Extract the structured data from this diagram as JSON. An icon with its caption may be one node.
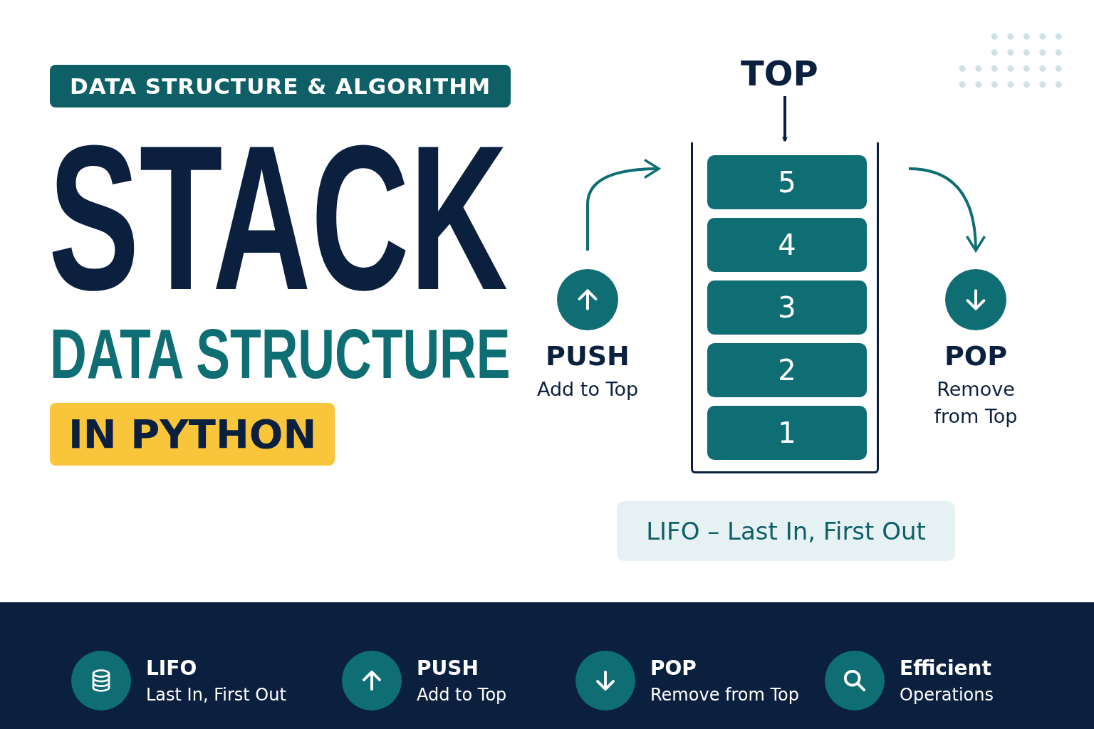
{
  "diagram": {
    "title": "STACK",
    "nodes": [
      {
        "text": [
          "DATA STRUCTURE & ALGORITHM"
        ]
      },
      {
        "text": [
          "IN PYTHON"
        ]
      },
      {
        "text": [
          "TOP"
        ]
      },
      {
        "text": [],
        "shape": "box"
      },
      {
        "text": [
          "5"
        ],
        "in": 3
      },
      {
        "text": [
          "4"
        ],
        "in": 3
      },
      {
        "text": [
          "3"
        ],
        "in": 3
      },
      {
        "text": [
          "2"
        ],
        "in": 3
      },
      {
        "text": [
          "1"
        ],
        "in": 3
      },
      {
        "text": [
          "PUSH",
          "Add to Top"
        ]
      },
      {
        "text": [
          "POP",
          "Remove from Top"
        ]
      },
      {
        "text": [
          "LIFO – Last In, First Out"
        ]
      },
      {
        "text": [],
        "shape": "bar"
      },
      {
        "text": [
          "LIFO",
          "Last In, First Out"
        ],
        "in": 12
      },
      {
        "text": [
          "PUSH",
          "Add to Top"
        ],
        "in": 12
      },
      {
        "text": [
          "POP",
          "Remove from Top"
        ],
        "in": 12
      },
      {
        "text": [
          "Efficient",
          "Operations"
        ],
        "in": 12
      }
    ],
    "edges": [
      {
        "from": 2,
        "to": 3,
        "arrow": "to"
      },
      {
        "from": 9,
        "to": 3,
        "arrow": "to"
      },
      {
        "from": 3,
        "to": 10,
        "arrow": "to"
      }
    ],
    "labels": [
      "DATA STRUCTURE"
    ]
  }
}
